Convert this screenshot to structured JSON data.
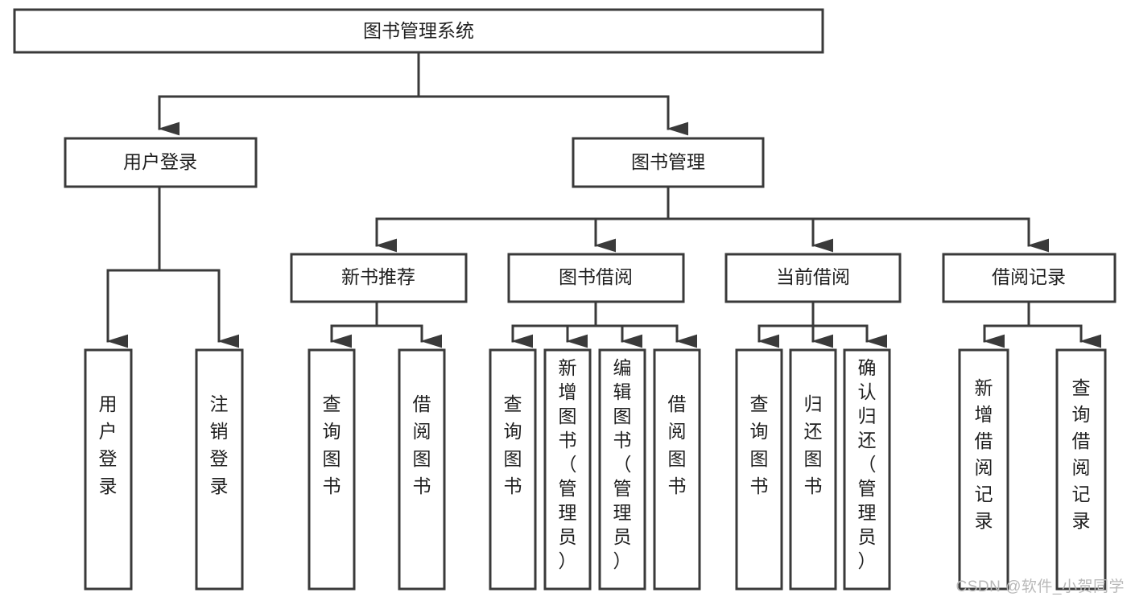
{
  "diagram": {
    "type": "tree-hierarchy-chart",
    "title": "图书管理系统",
    "watermark": "CSDN @软件_小贺同学",
    "colors": {
      "stroke": "#3a3a3a",
      "fill": "#ffffff",
      "text": "#1f1f1f",
      "watermark": "#b9b9b9",
      "background": "#ffffff"
    },
    "levels": [
      {
        "level": 0,
        "nodes": [
          {
            "id": "root",
            "label": "图书管理系统",
            "orientation": "horizontal"
          }
        ]
      },
      {
        "level": 1,
        "nodes": [
          {
            "id": "login",
            "label": "用户登录",
            "orientation": "horizontal",
            "parent": "root"
          },
          {
            "id": "bookmgmt",
            "label": "图书管理",
            "orientation": "horizontal",
            "parent": "root"
          }
        ]
      },
      {
        "level": 2,
        "nodes": [
          {
            "id": "newbook",
            "label": "新书推荐",
            "orientation": "horizontal",
            "parent": "bookmgmt"
          },
          {
            "id": "borrow",
            "label": "图书借阅",
            "orientation": "horizontal",
            "parent": "bookmgmt"
          },
          {
            "id": "current",
            "label": "当前借阅",
            "orientation": "horizontal",
            "parent": "bookmgmt"
          },
          {
            "id": "records",
            "label": "借阅记录",
            "orientation": "horizontal",
            "parent": "bookmgmt"
          }
        ]
      },
      {
        "level": 3,
        "nodes": [
          {
            "id": "leaf-1",
            "label": "用户登录",
            "orientation": "vertical",
            "parent": "login"
          },
          {
            "id": "leaf-2",
            "label": "注销登录",
            "orientation": "vertical",
            "parent": "login"
          },
          {
            "id": "leaf-3",
            "label": "查询图书",
            "orientation": "vertical",
            "parent": "newbook"
          },
          {
            "id": "leaf-4",
            "label": "借阅图书",
            "orientation": "vertical",
            "parent": "newbook"
          },
          {
            "id": "leaf-5",
            "label": "查询图书",
            "orientation": "vertical",
            "parent": "borrow"
          },
          {
            "id": "leaf-6",
            "label": "新增图书（管理员）",
            "orientation": "vertical",
            "parent": "borrow"
          },
          {
            "id": "leaf-7",
            "label": "编辑图书（管理员）",
            "orientation": "vertical",
            "parent": "borrow"
          },
          {
            "id": "leaf-8",
            "label": "借阅图书",
            "orientation": "vertical",
            "parent": "borrow"
          },
          {
            "id": "leaf-9",
            "label": "查询图书",
            "orientation": "vertical",
            "parent": "current"
          },
          {
            "id": "leaf-10",
            "label": "归还图书",
            "orientation": "vertical",
            "parent": "current"
          },
          {
            "id": "leaf-11",
            "label": "确认归还（管理员）",
            "orientation": "vertical",
            "parent": "current"
          },
          {
            "id": "leaf-12",
            "label": "新增借阅记录",
            "orientation": "vertical",
            "parent": "records"
          },
          {
            "id": "leaf-13",
            "label": "查询借阅记录",
            "orientation": "vertical",
            "parent": "records"
          }
        ]
      }
    ]
  }
}
